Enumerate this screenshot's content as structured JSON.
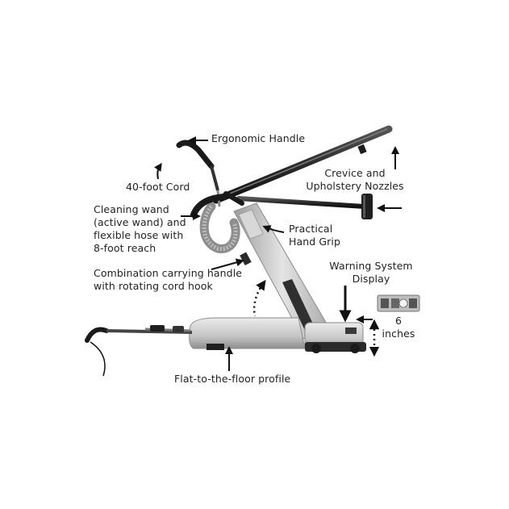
{
  "labels": {
    "ergonomic_handle": "Ergonomic Handle",
    "cord": "40-foot Cord",
    "crevice": "Crevice and\nUpholstery Nozzles",
    "cleaning_wand": "Cleaning wand\n(active wand) and\nflexible hose with\n8-foot reach",
    "hand_grip": "Practical\nHand Grip",
    "carrying_handle": "Combination carrying handle\nwith rotating cord hook",
    "warning_system": "Warning System\nDisplay",
    "six_inches": "6\ninches",
    "flat_profile": "Flat-to-the-floor profile"
  },
  "colors": {
    "text": "#222222",
    "arrow": "#111111",
    "body_silver": "#c9c9c9",
    "dark_parts": "#2a2a2a"
  }
}
